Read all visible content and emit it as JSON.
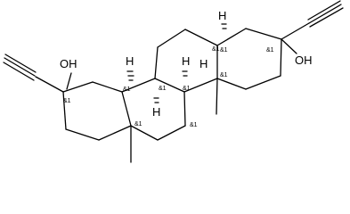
{
  "atom_labels": [
    {
      "id": "oh-left",
      "text": "OH"
    },
    {
      "id": "oh-right",
      "text": "OH"
    },
    {
      "id": "h-1",
      "text": "H"
    },
    {
      "id": "h-2",
      "text": "H"
    },
    {
      "id": "h-3",
      "text": "H"
    },
    {
      "id": "h-4",
      "text": "H"
    },
    {
      "id": "h-5",
      "text": "H"
    }
  ],
  "stereo_labels": [
    {
      "id": "s-1",
      "text": "&1"
    },
    {
      "id": "s-2",
      "text": "&1"
    },
    {
      "id": "s-3",
      "text": "&1"
    },
    {
      "id": "s-4",
      "text": "&1"
    },
    {
      "id": "s-5",
      "text": "&1"
    },
    {
      "id": "s-6",
      "text": "&1"
    },
    {
      "id": "s-7",
      "text": "&1"
    },
    {
      "id": "s-8",
      "text": "&1"
    },
    {
      "id": "s-9",
      "text": "&1"
    },
    {
      "id": "s-10",
      "text": "&1"
    }
  ],
  "colors": {
    "bond": "#000000",
    "background": "#ffffff"
  }
}
